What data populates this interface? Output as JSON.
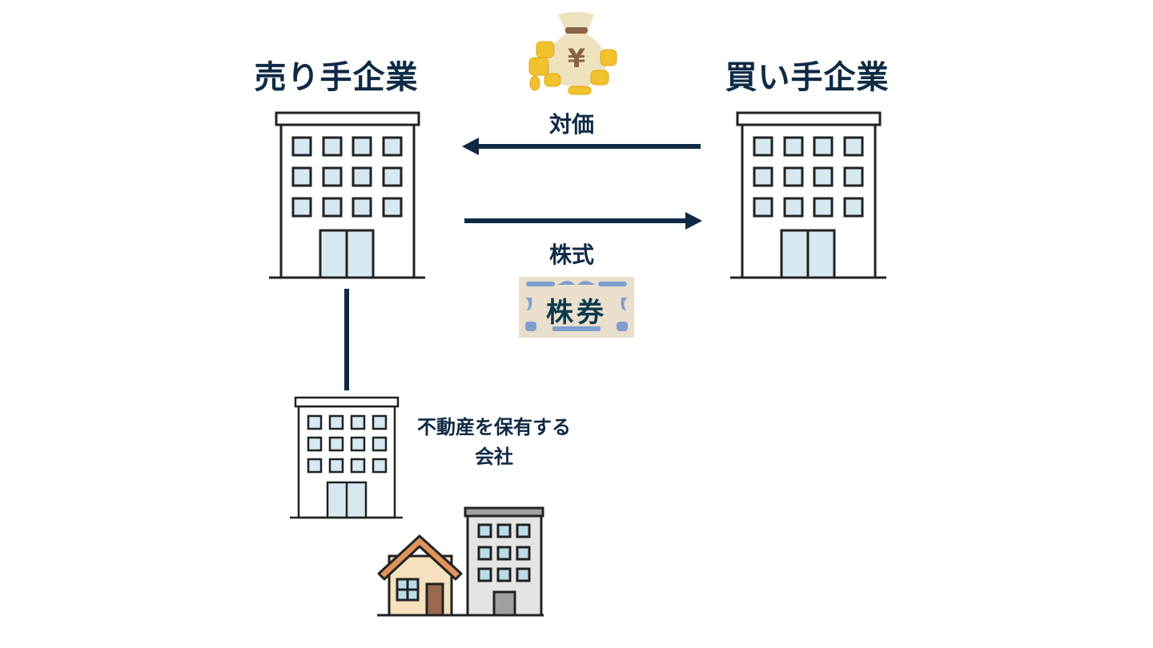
{
  "seller": {
    "title": "売り手企業"
  },
  "buyer": {
    "title": "買い手企業"
  },
  "flows": {
    "consideration": "対価",
    "shares": "株式"
  },
  "certificate": {
    "text": "株券"
  },
  "subsidiary": {
    "line1": "不動産を保有する",
    "line2": "会社"
  },
  "colors": {
    "navy": "#0f2a44",
    "window": "#d6e8f0",
    "outline": "#222222",
    "coin": "#f2c12e",
    "bag": "#ede2bd",
    "yen": "#8a6346",
    "cert_bg": "#e9dfcc",
    "cert_ornament": "#7f9ed0",
    "roof": "#e0925a",
    "house_wall": "#f6e0bd",
    "house_door": "#9a6a4e",
    "apartment_wall": "#e4e4e4"
  },
  "icons": [
    "money-bag-yen-icon",
    "office-building-icon",
    "stock-certificate-icon",
    "house-icon",
    "apartment-icon"
  ]
}
